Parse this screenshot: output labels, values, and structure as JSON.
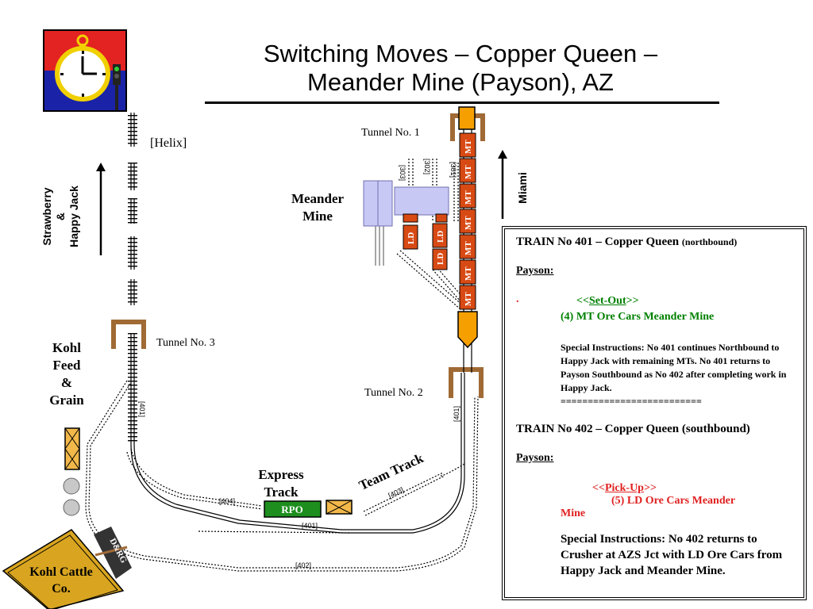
{
  "title_line1": "Switching Moves – Copper Queen –",
  "title_line2": "Meander Mine (Payson), AZ",
  "labels": {
    "helix": "[Helix]",
    "tunnel1": "Tunnel No. 1",
    "tunnel2": "Tunnel No. 2",
    "tunnel3": "Tunnel No. 3",
    "meander_line1": "Meander",
    "meander_line2": "Mine",
    "kohl_feed": [
      "Kohl",
      "Feed",
      "&",
      "Grain"
    ],
    "express_line1": "Express",
    "express_line2": "Track",
    "team_track": "Team Track",
    "kohl_cattle_line1": "Kohl Cattle",
    "kohl_cattle_line2": "Co.",
    "drg": "D&RG",
    "rpo": "RPO",
    "strawberry": [
      "Strawberry",
      "&",
      "Happy Jack"
    ],
    "miami": "Miami"
  },
  "track_labels": {
    "t303": "[303]",
    "t302": "[302]",
    "t301": "[301]",
    "t401_left": "[401]",
    "t401_right": "[401]",
    "t401_mid": "[401]",
    "t404": "[404]",
    "t403": "[403]",
    "t402": "[402]"
  },
  "cars": {
    "mt": "MT",
    "ld": "LD"
  },
  "train401": {
    "heading": "TRAIN  No 401 – Copper Queen",
    "heading_note": "(northbound)",
    "station": "Payson:",
    "bullet": ".",
    "action_prefix": "<<",
    "action": "Set-Out",
    "action_suffix": ">>",
    "cars": "(4) MT   Ore Cars    Meander Mine",
    "special": "Special Instructions:  No 401 continues Northbound to Happy Jack with remaining MTs. No 401 returns to Payson Southbound as No 402 after completing work in Happy Jack.",
    "divider": "=========================="
  },
  "train402": {
    "heading": "TRAIN No 402 – Copper Queen (southbound)",
    "station": "Payson:",
    "action_prefix": "<<",
    "action": "Pick-Up",
    "action_suffix": ">>",
    "cars": "(5) LD   Ore Cars   Meander",
    "cars2": "Mine",
    "special": "Special Instructions:  No 402 returns to Crusher at AZS Jct with LD Ore Cars from Happy Jack and Meander Mine."
  },
  "colors": {
    "car_red": "#d84a14",
    "engine_orange": "#f5a000",
    "tunnel_brown": "#a06a35",
    "mine_fill": "#c8c8f5",
    "logo_red": "#e32222",
    "logo_blue": "#1a23a8",
    "rpo_green": "#1e8f1e",
    "cattle_fill": "#d9a520",
    "text_green": "#008000",
    "text_red": "#e02020"
  }
}
